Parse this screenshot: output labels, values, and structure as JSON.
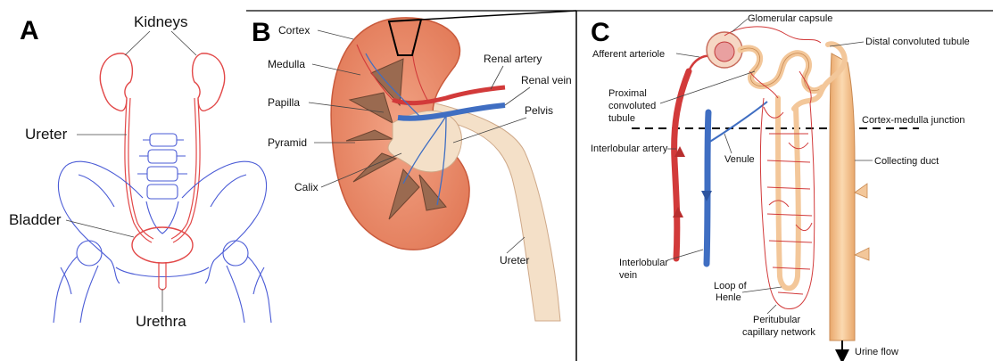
{
  "panels": {
    "a": {
      "letter": "A",
      "labels": {
        "kidneys": "Kidneys",
        "ureter": "Ureter",
        "bladder": "Bladder",
        "urethra": "Urethra"
      }
    },
    "b": {
      "letter": "B",
      "labels": {
        "cortex": "Cortex",
        "medulla": "Medulla",
        "papilla": "Papilla",
        "pyramid": "Pyramid",
        "calix": "Calix",
        "renal_artery": "Renal artery",
        "renal_vein": "Renal vein",
        "pelvis": "Pelvis",
        "ureter": "Ureter"
      }
    },
    "c": {
      "letter": "C",
      "labels": {
        "glomerular_capsule": "Glomerular capsule",
        "afferent_arteriole": "Afferent arteriole",
        "distal_tubule": "Distal convoluted tubule",
        "proximal_1": "Proximal",
        "proximal_2": "convoluted",
        "proximal_3": "tubule",
        "cortex_medulla": "Cortex-medulla junction",
        "interlobular_artery": "Interlobular artery",
        "venule": "Venule",
        "collecting_duct": "Collecting duct",
        "interlobular_vein_1": "Interlobular",
        "interlobular_vein_2": "vein",
        "loop_1": "Loop of",
        "loop_2": "Henle",
        "peritubular_1": "Peritubular",
        "peritubular_2": "capillary network",
        "urine_flow": "Urine flow"
      }
    }
  },
  "colors": {
    "artery": "#d23a3a",
    "vein": "#3f6ec2",
    "skeleton": "#4a5bd6",
    "kidney_outline": "#e24848",
    "tubule": "#f3c79a",
    "cortex": "#e88a68",
    "pelvis": "#f4e0c8"
  }
}
